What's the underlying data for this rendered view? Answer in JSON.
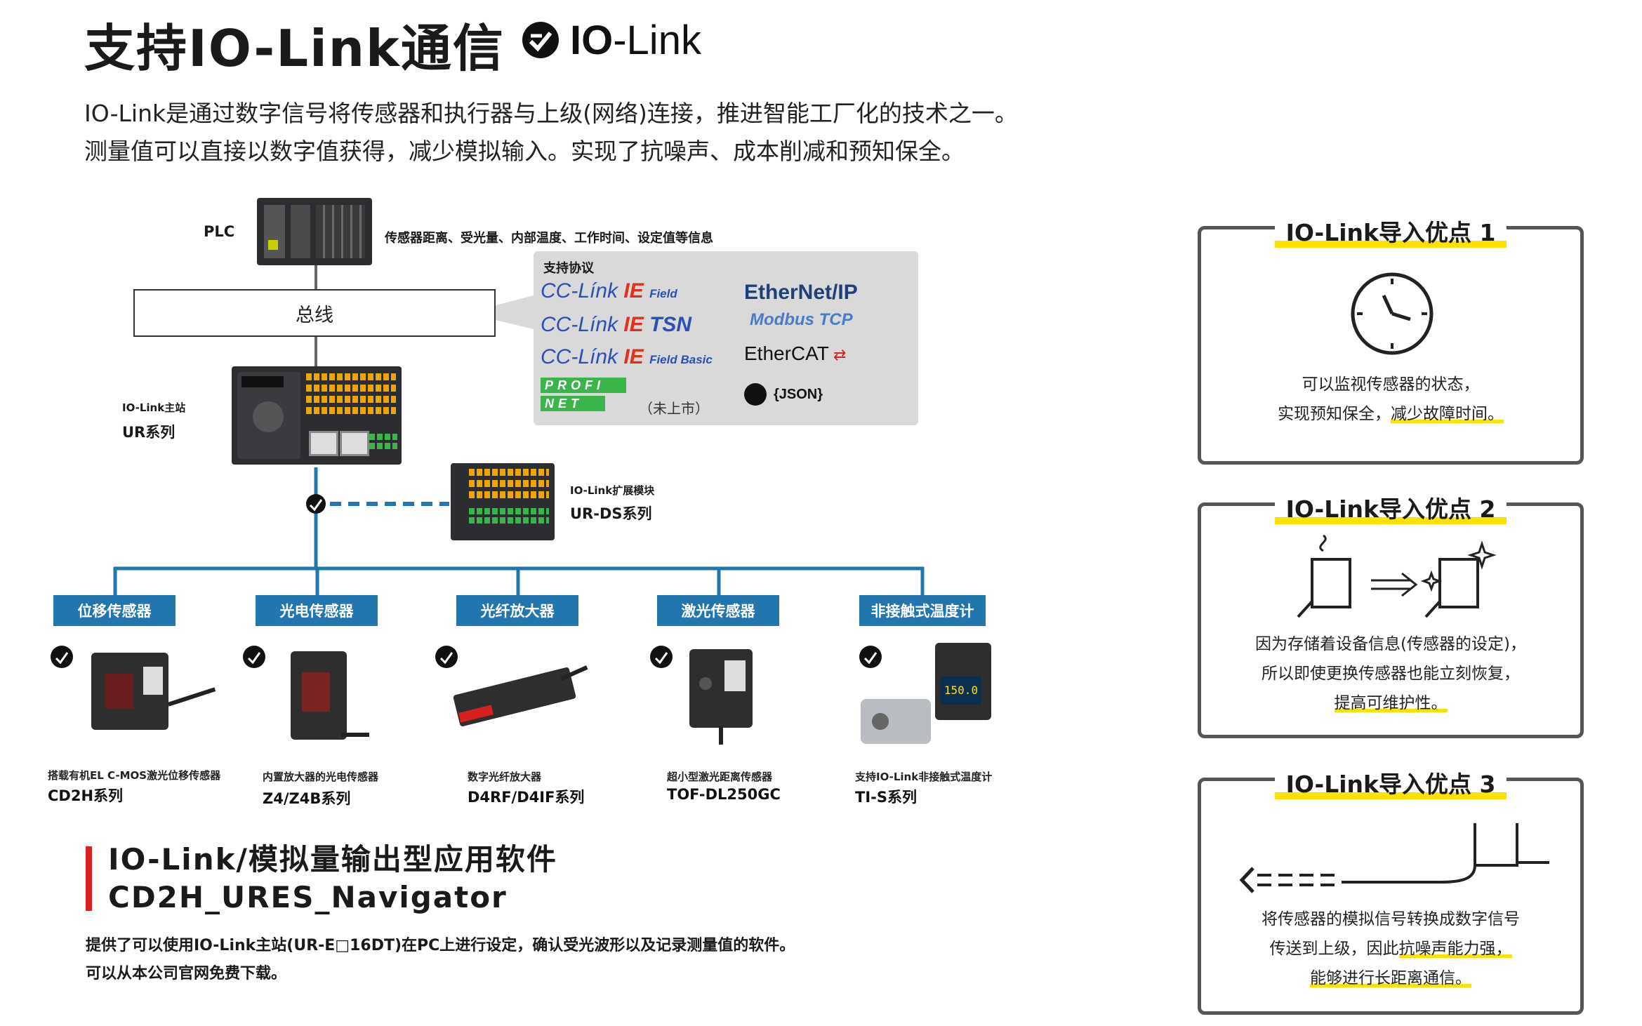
{
  "header": {
    "title": "支持IO-Link通信",
    "logo_bold": "IO",
    "logo_rest": "-Link",
    "intro_line1": "IO-Link是通过数字信号将传感器和执行器与上级(网络)连接，推进智能工厂化的技术之一。",
    "intro_line2": "测量值可以直接以数字值获得，减少模拟输入。实现了抗噪声、成本削减和预知保全。"
  },
  "diagram": {
    "plc_label": "PLC",
    "plc_info": "传感器距离、受光量、内部温度、工作时间、设定值等信息",
    "bus_label": "总线",
    "protocols": {
      "heading": "支持协议",
      "cc_prefix": "CC-Línk",
      "ie": "IE",
      "field": "Field",
      "tsn": "TSN",
      "field_basic": "Field Basic",
      "profinet_top": "PROFI",
      "profinet_bottom": "NET",
      "profinet_note": "（未上市）",
      "ethernet_ip": "EtherNet/IP",
      "modbus_tcp": "Modbus TCP",
      "ethercat": "EtherCAT",
      "json": "{JSON}"
    },
    "master_label_small": "IO-Link主站",
    "master_label_series": "UR系列",
    "expansion_label_small": "IO-Link扩展模块",
    "expansion_label_series": "UR-DS系列",
    "categories": [
      {
        "label": "位移传感器",
        "desc": "搭载有机EL C-MOS激光位移传感器",
        "model": "CD2H系列"
      },
      {
        "label": "光电传感器",
        "desc": "内置放大器的光电传感器",
        "model": "Z4/Z4B系列"
      },
      {
        "label": "光纤放大器",
        "desc": "数字光纤放大器",
        "model": "D4RF/D4IF系列"
      },
      {
        "label": "激光传感器",
        "desc": "超小型激光距离传感器",
        "model": "TOF-DL250GC"
      },
      {
        "label": "非接触式温度计",
        "desc": "支持IO-Link非接触式温度计",
        "model": "TI-S系列"
      }
    ],
    "thermo_display": "150.0"
  },
  "software": {
    "title_line1": "IO-Link/模拟量输出型应用软件",
    "title_line2": "CD2H_URES_Navigator",
    "desc_line1": "提供了可以使用IO-Link主站(UR-E□16DT)在PC上进行设定，确认受光波形以及记录测量值的软件。",
    "desc_line2": "可以从本公司官网免费下载。"
  },
  "advantages": [
    {
      "title": "IO-Link导入优点 1",
      "line1": "可以监视传感器的状态，",
      "line2_pre": "实现预知保全，",
      "line2_hl": "减少故障时间。",
      "line3": ""
    },
    {
      "title": "IO-Link导入优点 2",
      "line1": "因为存储着设备信息(传感器的设定)，",
      "line2_pre": "所以即使更换传感器也能立刻恢复，",
      "line2_hl": "",
      "line3": "提高可维护性。"
    },
    {
      "title": "IO-Link导入优点 3",
      "line1": "将传感器的模拟信号转换成数字信号",
      "line2_pre": "传送到上级，因此",
      "line2_hl": "抗噪声能力强，",
      "line3": "能够进行长距离通信。"
    }
  ],
  "colors": {
    "accent_blue": "#2176ae",
    "highlight_yellow": "#ffe100",
    "red_bar": "#d7201f"
  }
}
